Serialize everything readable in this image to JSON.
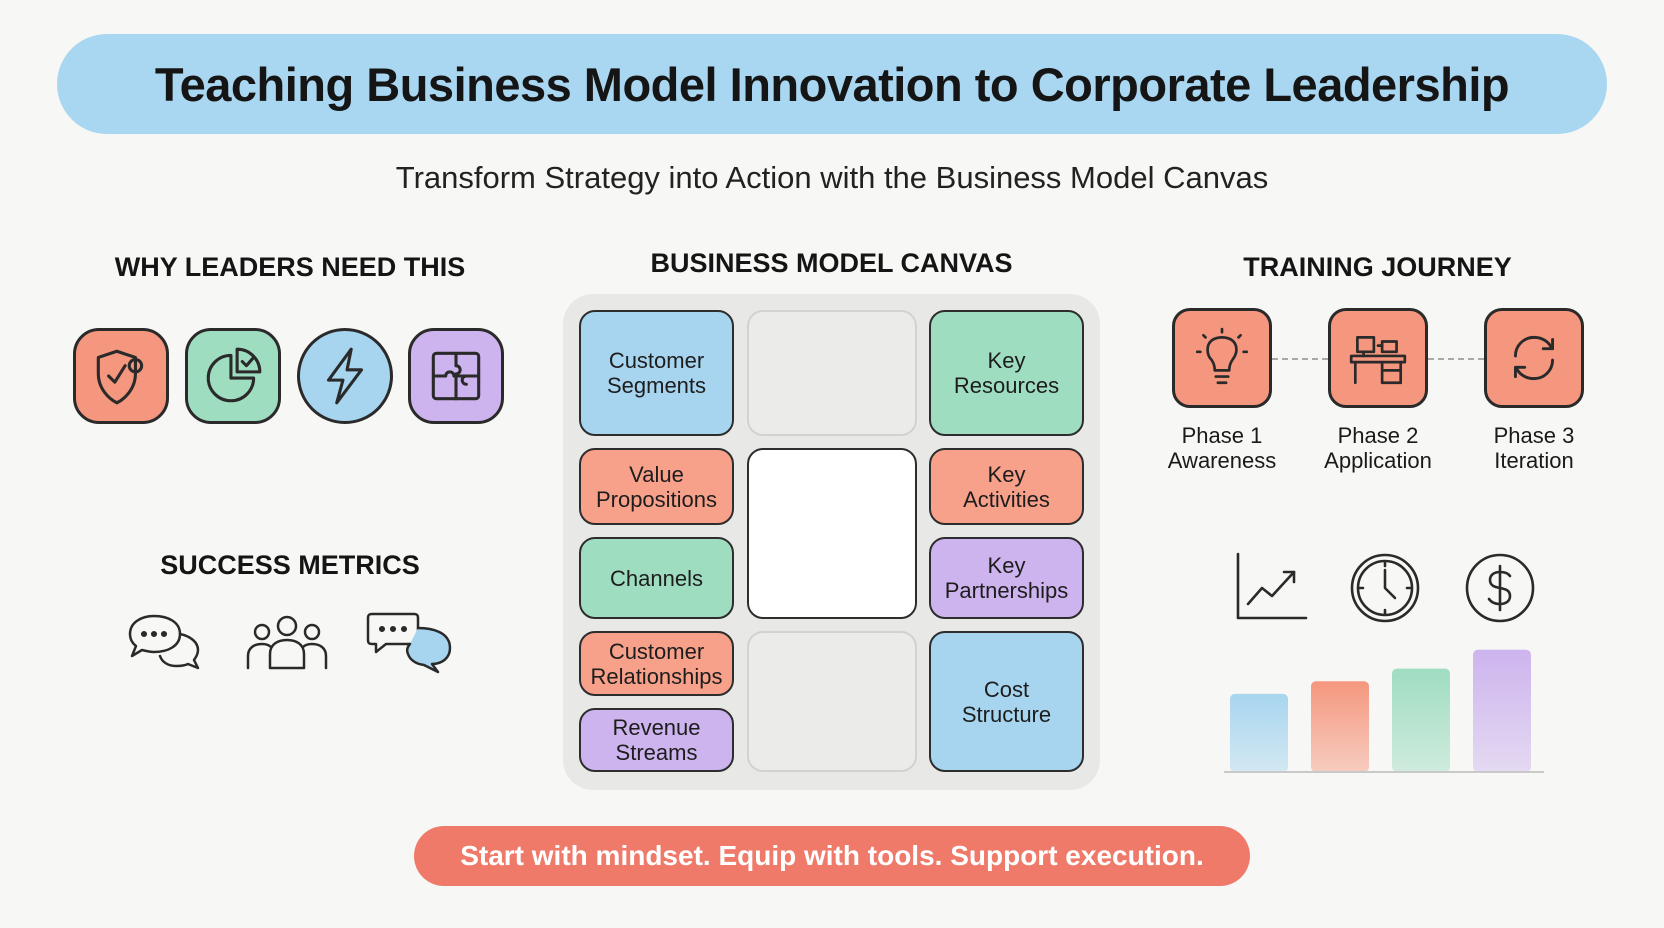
{
  "title": "Teaching Business Model Innovation to Corporate Leadership",
  "subtitle": "Transform Strategy into Action with the Business Model Canvas",
  "why_leaders": {
    "heading": "WHY LEADERS NEED THIS",
    "icons": [
      {
        "name": "shield-icon",
        "color": "#f5977e"
      },
      {
        "name": "pie-chart-icon",
        "color": "#9fddc1"
      },
      {
        "name": "lightning-icon",
        "color": "#a7d5ef"
      },
      {
        "name": "puzzle-icon",
        "color": "#cdb4ee"
      }
    ]
  },
  "success_metrics": {
    "heading": "SUCCESS METRICS",
    "icons": [
      "chat-bubbles-icon",
      "team-icon",
      "conversation-icon"
    ]
  },
  "canvas": {
    "heading": "BUSINESS MODEL CANVAS",
    "cells": {
      "customer_segments": "Customer\nSegments",
      "key_resources": "Key\nResources",
      "value_propositions": "Value\nPropositions",
      "key_activities": "Key\nActivities",
      "channels": "Channels",
      "key_partnerships": "Key\nPartnerships",
      "customer_relationships": "Customer\nRelationships",
      "revenue_streams": "Revenue\nStreams",
      "cost_structure": "Cost\nStructure"
    },
    "colors": {
      "blue": "#a7d5ef",
      "salmon": "#f7a08a",
      "green": "#9fddc1",
      "purple": "#cdb4ee"
    }
  },
  "journey": {
    "heading": "TRAINING JOURNEY",
    "phases": [
      {
        "label": "Phase 1\nAwareness",
        "icon": "lightbulb-icon"
      },
      {
        "label": "Phase 2\nApplication",
        "icon": "desk-icon"
      },
      {
        "label": "Phase 3\nIteration",
        "icon": "cycle-arrows-icon"
      }
    ],
    "metric_icons": [
      "trend-chart-icon",
      "clock-icon",
      "dollar-icon"
    ],
    "bars": [
      {
        "value": 0.62,
        "color": "#a7d5ef"
      },
      {
        "value": 0.72,
        "color": "#f5977e"
      },
      {
        "value": 0.82,
        "color": "#9fddc1"
      },
      {
        "value": 0.97,
        "color": "#cdb4ee"
      }
    ]
  },
  "cta": "Start with mindset. Equip with tools. Support execution."
}
